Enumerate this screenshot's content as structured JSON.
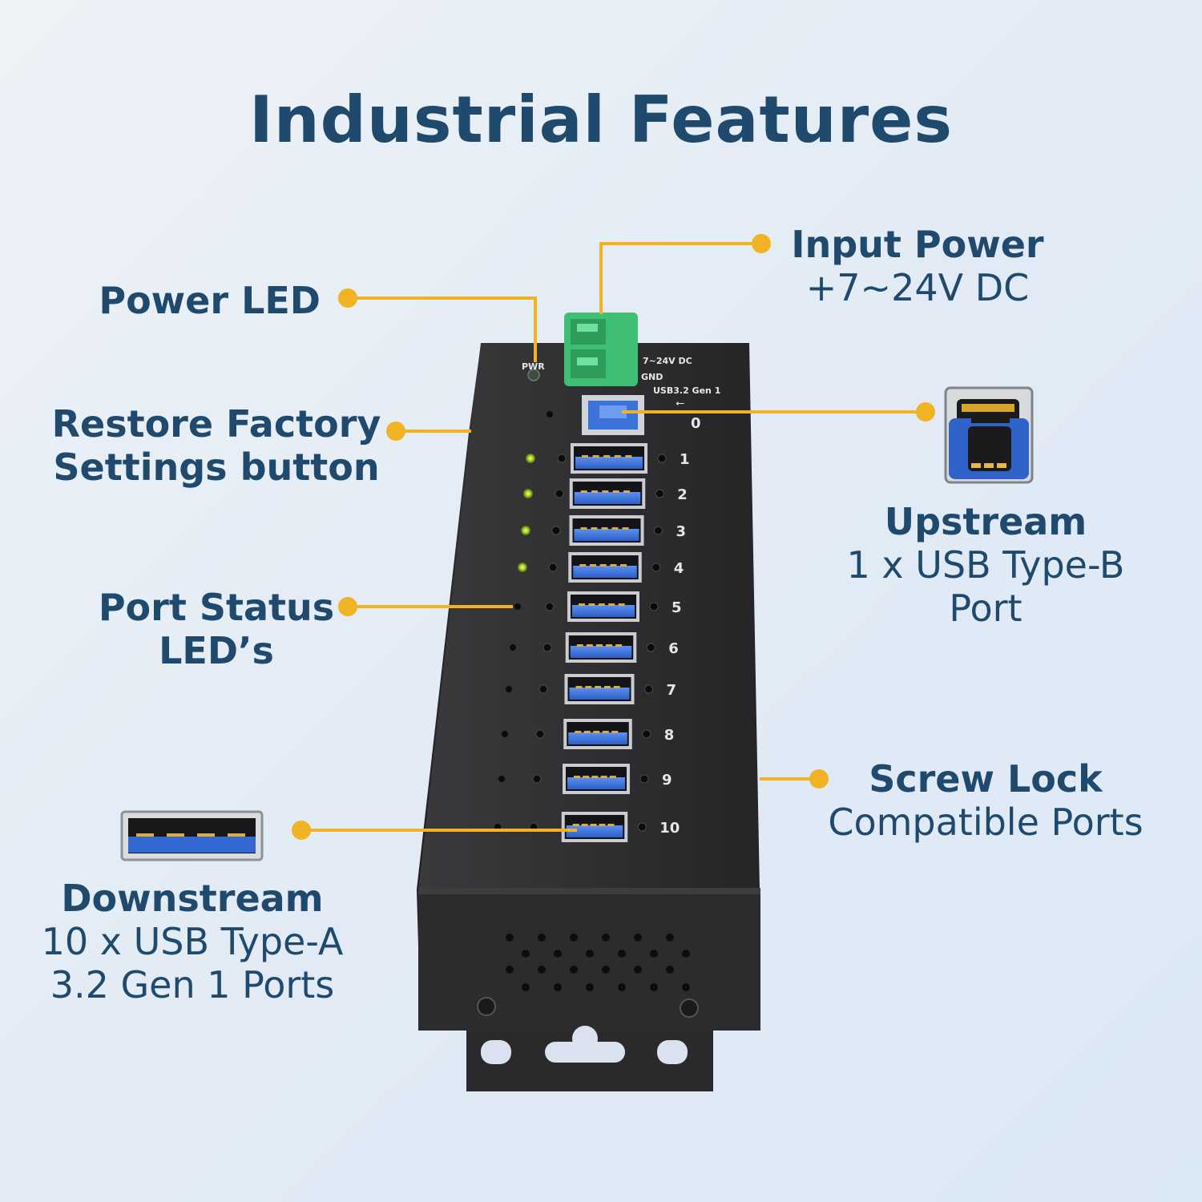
{
  "title": "Industrial Features",
  "callouts": {
    "power_led": {
      "title": "Power LED"
    },
    "input_power": {
      "title": "Input Power",
      "detail": "+7~24V DC"
    },
    "restore": {
      "title_line1": "Restore Factory",
      "title_line2": "Settings button"
    },
    "upstream": {
      "title": "Upstream",
      "detail_line1": "1 x USB Type-B",
      "detail_line2": "Port"
    },
    "port_status": {
      "title_line1": "Port Status",
      "title_line2": "LED’s"
    },
    "screw_lock": {
      "title": "Screw Lock",
      "detail": "Compatible Ports"
    },
    "downstream": {
      "title": "Downstream",
      "detail_line1": "10 x USB Type-A",
      "detail_line2": "3.2 Gen 1 Ports"
    }
  },
  "device": {
    "pwr_label": "PWR",
    "voltage_label": "7~24V DC",
    "gnd_label": "GND",
    "usb_label": "USB3.2 Gen 1",
    "port_numbers": [
      "0",
      "1",
      "2",
      "3",
      "4",
      "5",
      "6",
      "7",
      "8",
      "9",
      "10"
    ]
  },
  "colors": {
    "accent": "#f0b323",
    "text": "#1f4a6e",
    "usb_blue": "#3a6fd8",
    "housing": "#2b2b2d"
  }
}
